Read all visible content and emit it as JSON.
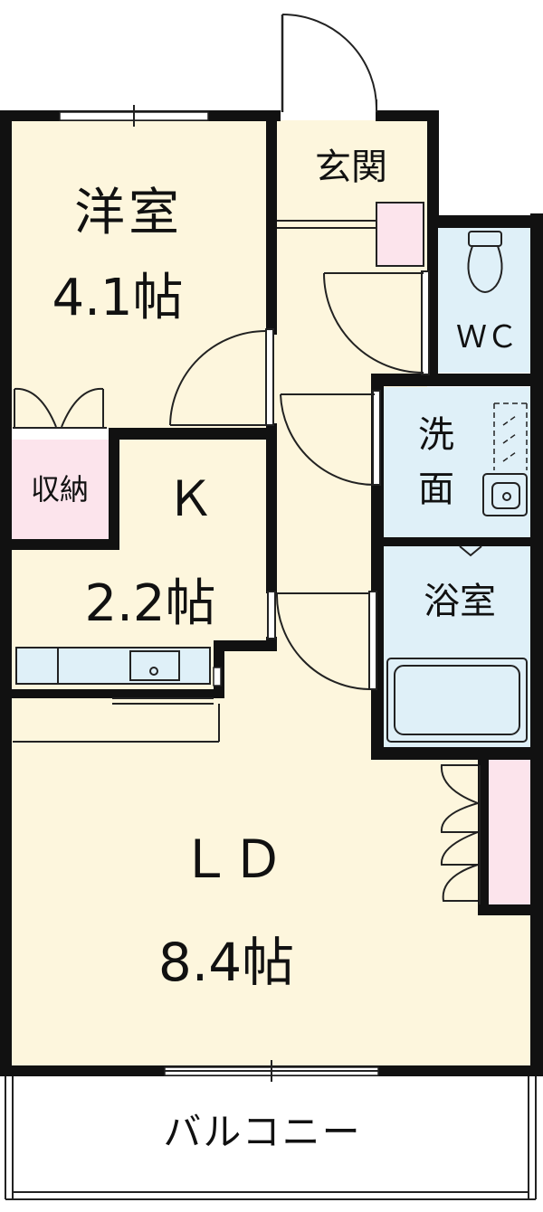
{
  "rooms": {
    "western": {
      "name": "洋室",
      "size": "4.1帖"
    },
    "entrance": {
      "name": "玄関"
    },
    "wc": {
      "name": "ＷＣ"
    },
    "storage": {
      "name": "収納"
    },
    "kitchen": {
      "name": "Ｋ",
      "size": "2.2帖"
    },
    "washroom": {
      "name_line1": "洗",
      "name_line2": "面"
    },
    "bathroom": {
      "name": "浴室"
    },
    "living_dining": {
      "name": "ＬＤ",
      "size": "8.4帖"
    },
    "balcony": {
      "name": "バルコニー"
    }
  },
  "colors": {
    "floor": "#fdf6dd",
    "wet_area": "#dff0f8",
    "storage": "#fce4ec",
    "wall": "#111111"
  }
}
